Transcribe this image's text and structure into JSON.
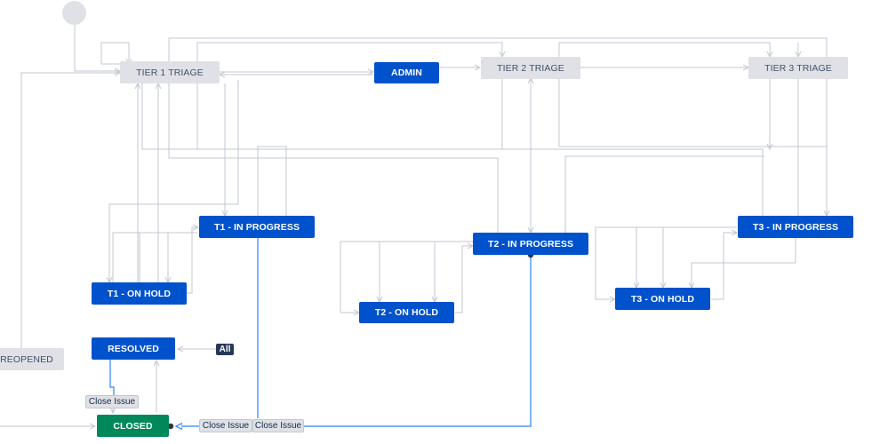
{
  "colors": {
    "gray_node": "#dfe1e6",
    "blue_node": "#0052cc",
    "green_node": "#00875a",
    "edge": "#c1c7d0",
    "active_edge": "#2684ff"
  },
  "statuses": {
    "tier1_triage": "TIER 1 TRIAGE",
    "admin": "ADMIN",
    "tier2_triage": "TIER 2 TRIAGE",
    "tier3_triage": "TIER 3 TRIAGE",
    "t1_in_progress": "T1 - IN PROGRESS",
    "t2_in_progress": "T2 - IN PROGRESS",
    "t3_in_progress": "T3 - IN PROGRESS",
    "t1_on_hold": "T1 - ON HOLD",
    "t2_on_hold": "T2 - ON HOLD",
    "t3_on_hold": "T3 - ON HOLD",
    "resolved": "RESOLVED",
    "reopened": "REOPENED",
    "closed": "CLOSED"
  },
  "transitions": {
    "all": "All",
    "close_issue_top": "Close Issue",
    "close_issue_left": "Close Issue",
    "close_issue_right": "Close Issue"
  }
}
